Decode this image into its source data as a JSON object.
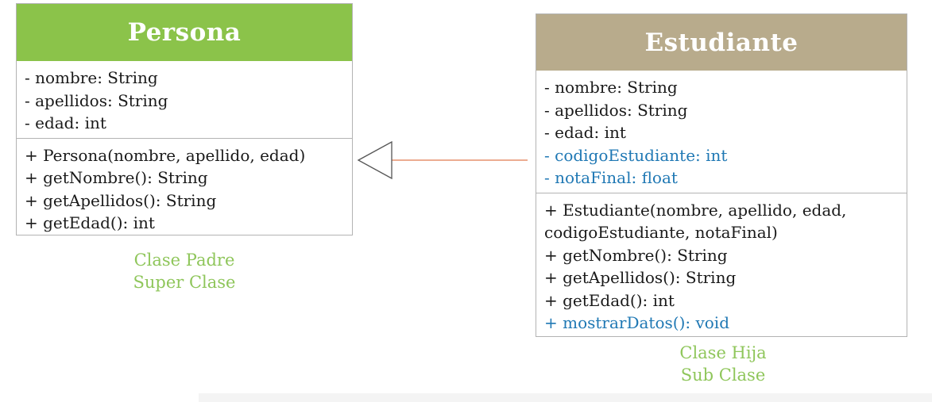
{
  "parent_class": {
    "name": "Persona",
    "header_color": "#8bc34a",
    "attributes": [
      {
        "text": "- nombre: String",
        "highlight": false
      },
      {
        "text": "- apellidos: String",
        "highlight": false
      },
      {
        "text": "- edad: int",
        "highlight": false
      }
    ],
    "methods": [
      {
        "text": "+ Persona(nombre, apellido, edad)",
        "highlight": false
      },
      {
        "text": "+ getNombre(): String",
        "highlight": false
      },
      {
        "text": "+ getApellidos(): String",
        "highlight": false
      },
      {
        "text": "+ getEdad(): int",
        "highlight": false
      }
    ],
    "caption": [
      "Clase Padre",
      "Super Clase"
    ]
  },
  "child_class": {
    "name": "Estudiante",
    "header_color": "#b8ab8c",
    "attributes": [
      {
        "text": "- nombre: String",
        "highlight": false
      },
      {
        "text": "- apellidos: String",
        "highlight": false
      },
      {
        "text": "- edad: int",
        "highlight": false
      },
      {
        "text": "- codigoEstudiante: int",
        "highlight": true
      },
      {
        "text": "- notaFinal: float",
        "highlight": true
      }
    ],
    "methods": [
      {
        "text": "+ Estudiante(nombre, apellido, edad, codigoEstudiante, notaFinal)",
        "highlight": false
      },
      {
        "text": "+ getNombre(): String",
        "highlight": false
      },
      {
        "text": "+ getApellidos(): String",
        "highlight": false
      },
      {
        "text": "+ getEdad(): int",
        "highlight": false
      },
      {
        "text": "+ mostrarDatos(): void",
        "highlight": true
      }
    ],
    "caption": [
      "Clase Hija",
      "Sub Clase"
    ]
  },
  "relationship": {
    "type": "inheritance",
    "from": "Estudiante",
    "to": "Persona",
    "line_color": "#e07a4f",
    "arrowhead_color": "#555555"
  },
  "colors": {
    "caption": "#8fc65b",
    "highlight_member": "#1f78b4"
  }
}
